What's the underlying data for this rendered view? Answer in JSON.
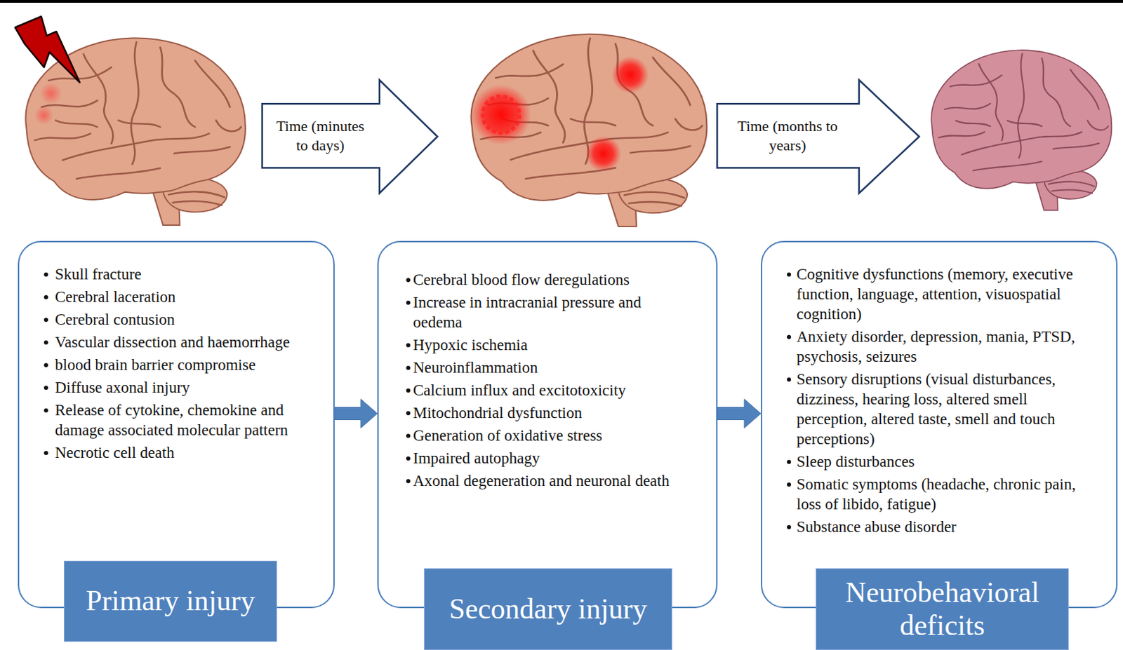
{
  "diagram": {
    "nodes": [
      {
        "text": [
          "Time (minutes to days)"
        ]
      },
      {
        "text": [
          "Time (months to years)"
        ]
      },
      {
        "text": [
          "Skull fracture",
          "Cerebral laceration",
          "Cerebral contusion",
          "Vascular dissection and haemorrhage",
          "blood brain barrier compromise",
          "Diffuse axonal injury",
          "Release of cytokine, chemokine and damage associated molecular pattern",
          "Necrotic cell death"
        ]
      },
      {
        "text": [
          "Primary injury"
        ],
        "in": 2
      },
      {
        "text": [
          "Cerebral blood flow deregulations",
          "Increase in intracranial pressure and oedema",
          "Hypoxic ischemia",
          "Neuroinflammation",
          "Calcium influx and excitotoxicity",
          "Mitochondrial dysfunction",
          "Generation of oxidative stress",
          "Impaired autophagy",
          "Axonal degeneration and neuronal death"
        ]
      },
      {
        "text": [
          "Secondary injury"
        ],
        "in": 4
      },
      {
        "text": [
          "Cognitive dysfunctions (memory, executive function, language, attention, visuospatial cognition)",
          "Anxiety disorder, depression, mania, PTSD, psychosis, seizures",
          "Sensory disruptions (visual disturbances, dizziness, hearing loss, altered smell perception, altered taste, smell and touch perceptions)",
          "Sleep disturbances",
          "Somatic symptoms (headache, chronic pain, loss of libido, fatigue)",
          "Substance abuse disorder"
        ]
      },
      {
        "text": [
          "Neurobehavioral deficits"
        ],
        "in": 6
      }
    ],
    "edges": [
      {
        "from": 2,
        "to": 4,
        "arrow": "to"
      },
      {
        "from": 4,
        "to": 6,
        "arrow": "to"
      }
    ]
  }
}
